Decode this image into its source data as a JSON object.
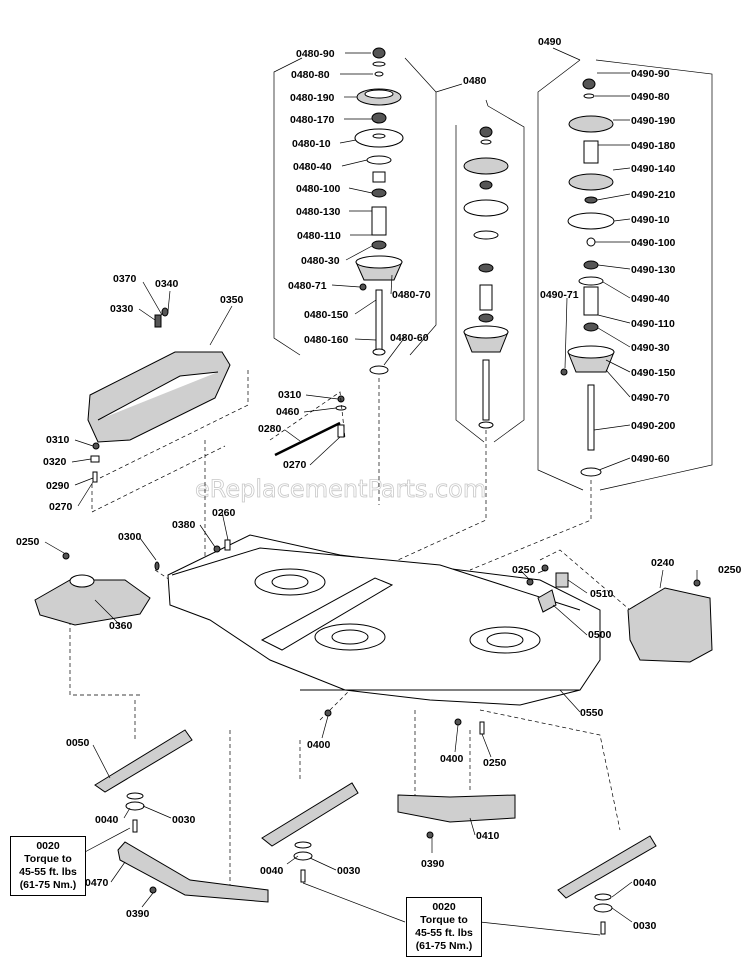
{
  "watermark": "eReplacementParts.com",
  "torque_box_left": {
    "id": "0020",
    "line1": "Torque to",
    "line2": "45-55 ft. lbs",
    "line3": "(61-75 Nm.)"
  },
  "torque_box_right": {
    "id": "0020",
    "line1": "Torque to",
    "line2": "45-55 ft. lbs",
    "line3": "(61-75 Nm.)"
  },
  "labels": {
    "p0480_90": "0480-90",
    "p0480_80": "0480-80",
    "p0480_190": "0480-190",
    "p0480_170": "0480-170",
    "p0480_10": "0480-10",
    "p0480_40": "0480-40",
    "p0480_100": "0480-100",
    "p0480_130": "0480-130",
    "p0480_110": "0480-110",
    "p0480_30": "0480-30",
    "p0480_71": "0480-71",
    "p0480_70": "0480-70",
    "p0480_150": "0480-150",
    "p0480_160": "0480-160",
    "p0480_60": "0480-60",
    "p0480": "0480",
    "p0490": "0490",
    "p0490_90": "0490-90",
    "p0490_80": "0490-80",
    "p0490_190": "0490-190",
    "p0490_180": "0490-180",
    "p0490_140": "0490-140",
    "p0490_210": "0490-210",
    "p0490_10": "0490-10",
    "p0490_100": "0490-100",
    "p0490_130": "0490-130",
    "p0490_71": "0490-71",
    "p0490_40": "0490-40",
    "p0490_110": "0490-110",
    "p0490_30": "0490-30",
    "p0490_150": "0490-150",
    "p0490_70": "0490-70",
    "p0490_200": "0490-200",
    "p0490_60": "0490-60",
    "p0370": "0370",
    "p0340": "0340",
    "p0330": "0330",
    "p0350": "0350",
    "p0310a": "0310",
    "p0320": "0320",
    "p0290": "0290",
    "p0270a": "0270",
    "p0310b": "0310",
    "p0460": "0460",
    "p0280": "0280",
    "p0270b": "0270",
    "p0250a": "0250",
    "p0300": "0300",
    "p0380": "0380",
    "p0260": "0260",
    "p0360": "0360",
    "p0250b": "0250",
    "p0250c": "0250",
    "p0240": "0240",
    "p0510": "0510",
    "p0500": "0500",
    "p0550": "0550",
    "p0400a": "0400",
    "p0400b": "0400",
    "p0250d": "0250",
    "p0050": "0050",
    "p0040a": "0040",
    "p0030a": "0030",
    "p0470": "0470",
    "p0390a": "0390",
    "p0040b": "0040",
    "p0030b": "0030",
    "p0410": "0410",
    "p0390b": "0390",
    "p0040c": "0040",
    "p0030c": "0030"
  }
}
